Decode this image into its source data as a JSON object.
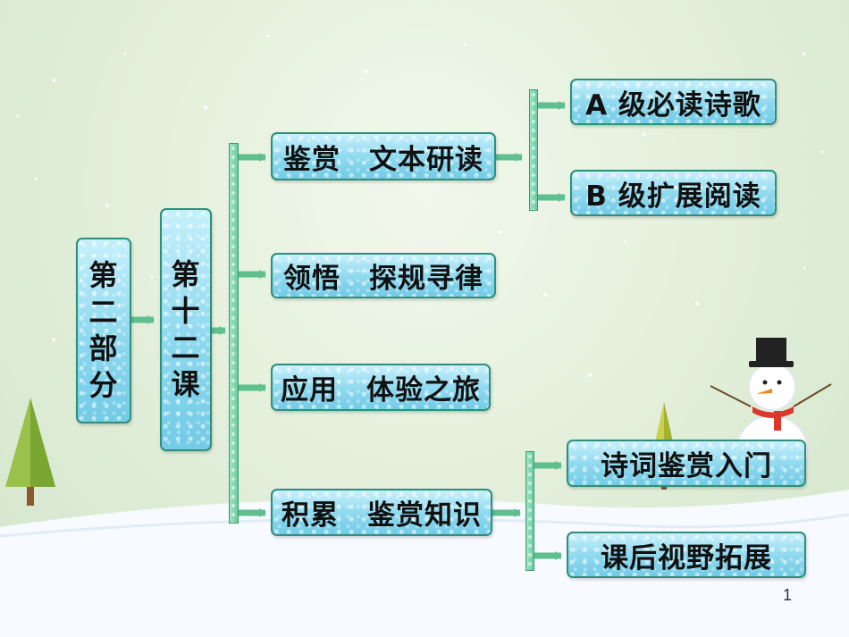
{
  "root": {
    "label": "第二部分"
  },
  "lesson": {
    "label": "第十二课"
  },
  "sections": [
    {
      "label": "鉴赏　文本研读",
      "children": [
        "A 级必读诗歌",
        "B 级扩展阅读"
      ]
    },
    {
      "label": "领悟　探规寻律"
    },
    {
      "label": "应用　体验之旅"
    },
    {
      "label": "积累　鉴赏知识",
      "children": [
        "诗词鉴赏入门",
        "课后视野拓展"
      ]
    }
  ],
  "page_number": "1",
  "colors": {
    "box_fill": "#8cd8ee",
    "box_border": "#2e8f7a",
    "connector": "#5fbf8f"
  }
}
